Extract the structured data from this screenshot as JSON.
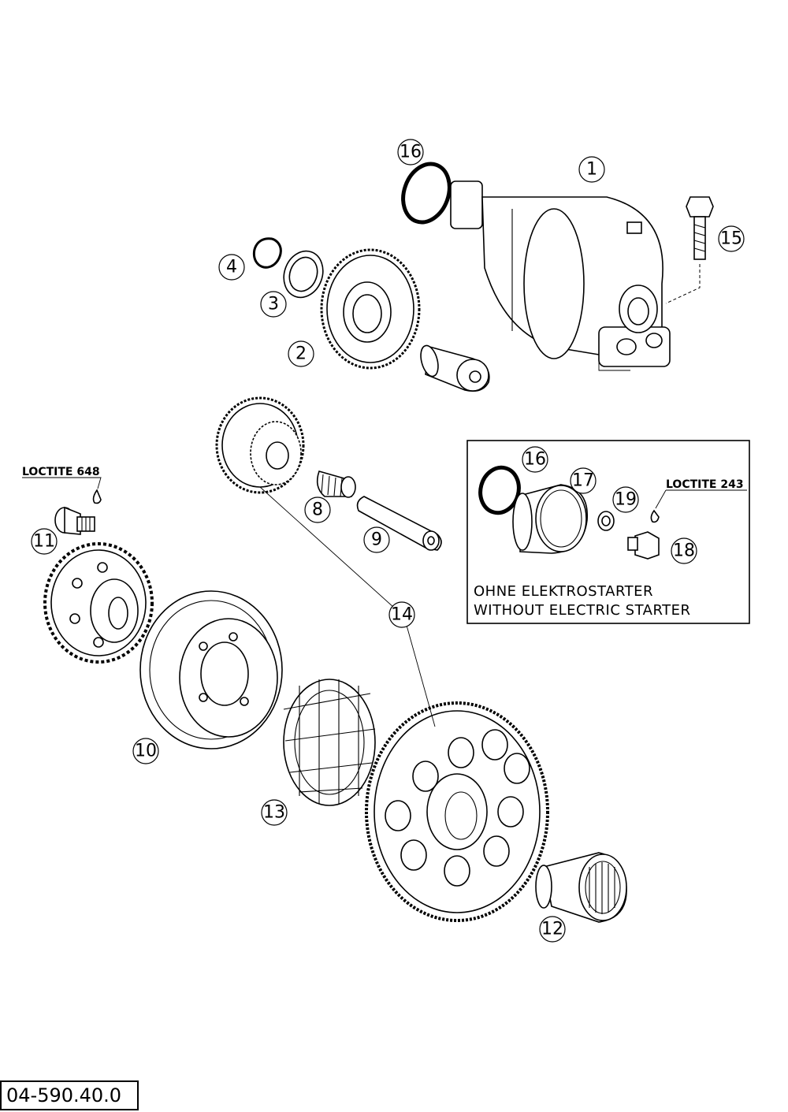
{
  "callouts": {
    "c1": "1",
    "c2": "2",
    "c3": "3",
    "c4": "4",
    "c8": "8",
    "c9": "9",
    "c10": "10",
    "c11": "11",
    "c12": "12",
    "c13": "13",
    "c14": "14",
    "c15": "15",
    "c16": "16",
    "c16b": "16",
    "c17": "17",
    "c18": "18",
    "c19": "19"
  },
  "loctite_left": "LOCTITE 648",
  "loctite_right": "LOCTITE 243",
  "inset": {
    "line1": "OHNE ELEKTROSTARTER",
    "line2": "WITHOUT ELECTRIC STARTER"
  },
  "drawing_number": "04-590.40.0"
}
